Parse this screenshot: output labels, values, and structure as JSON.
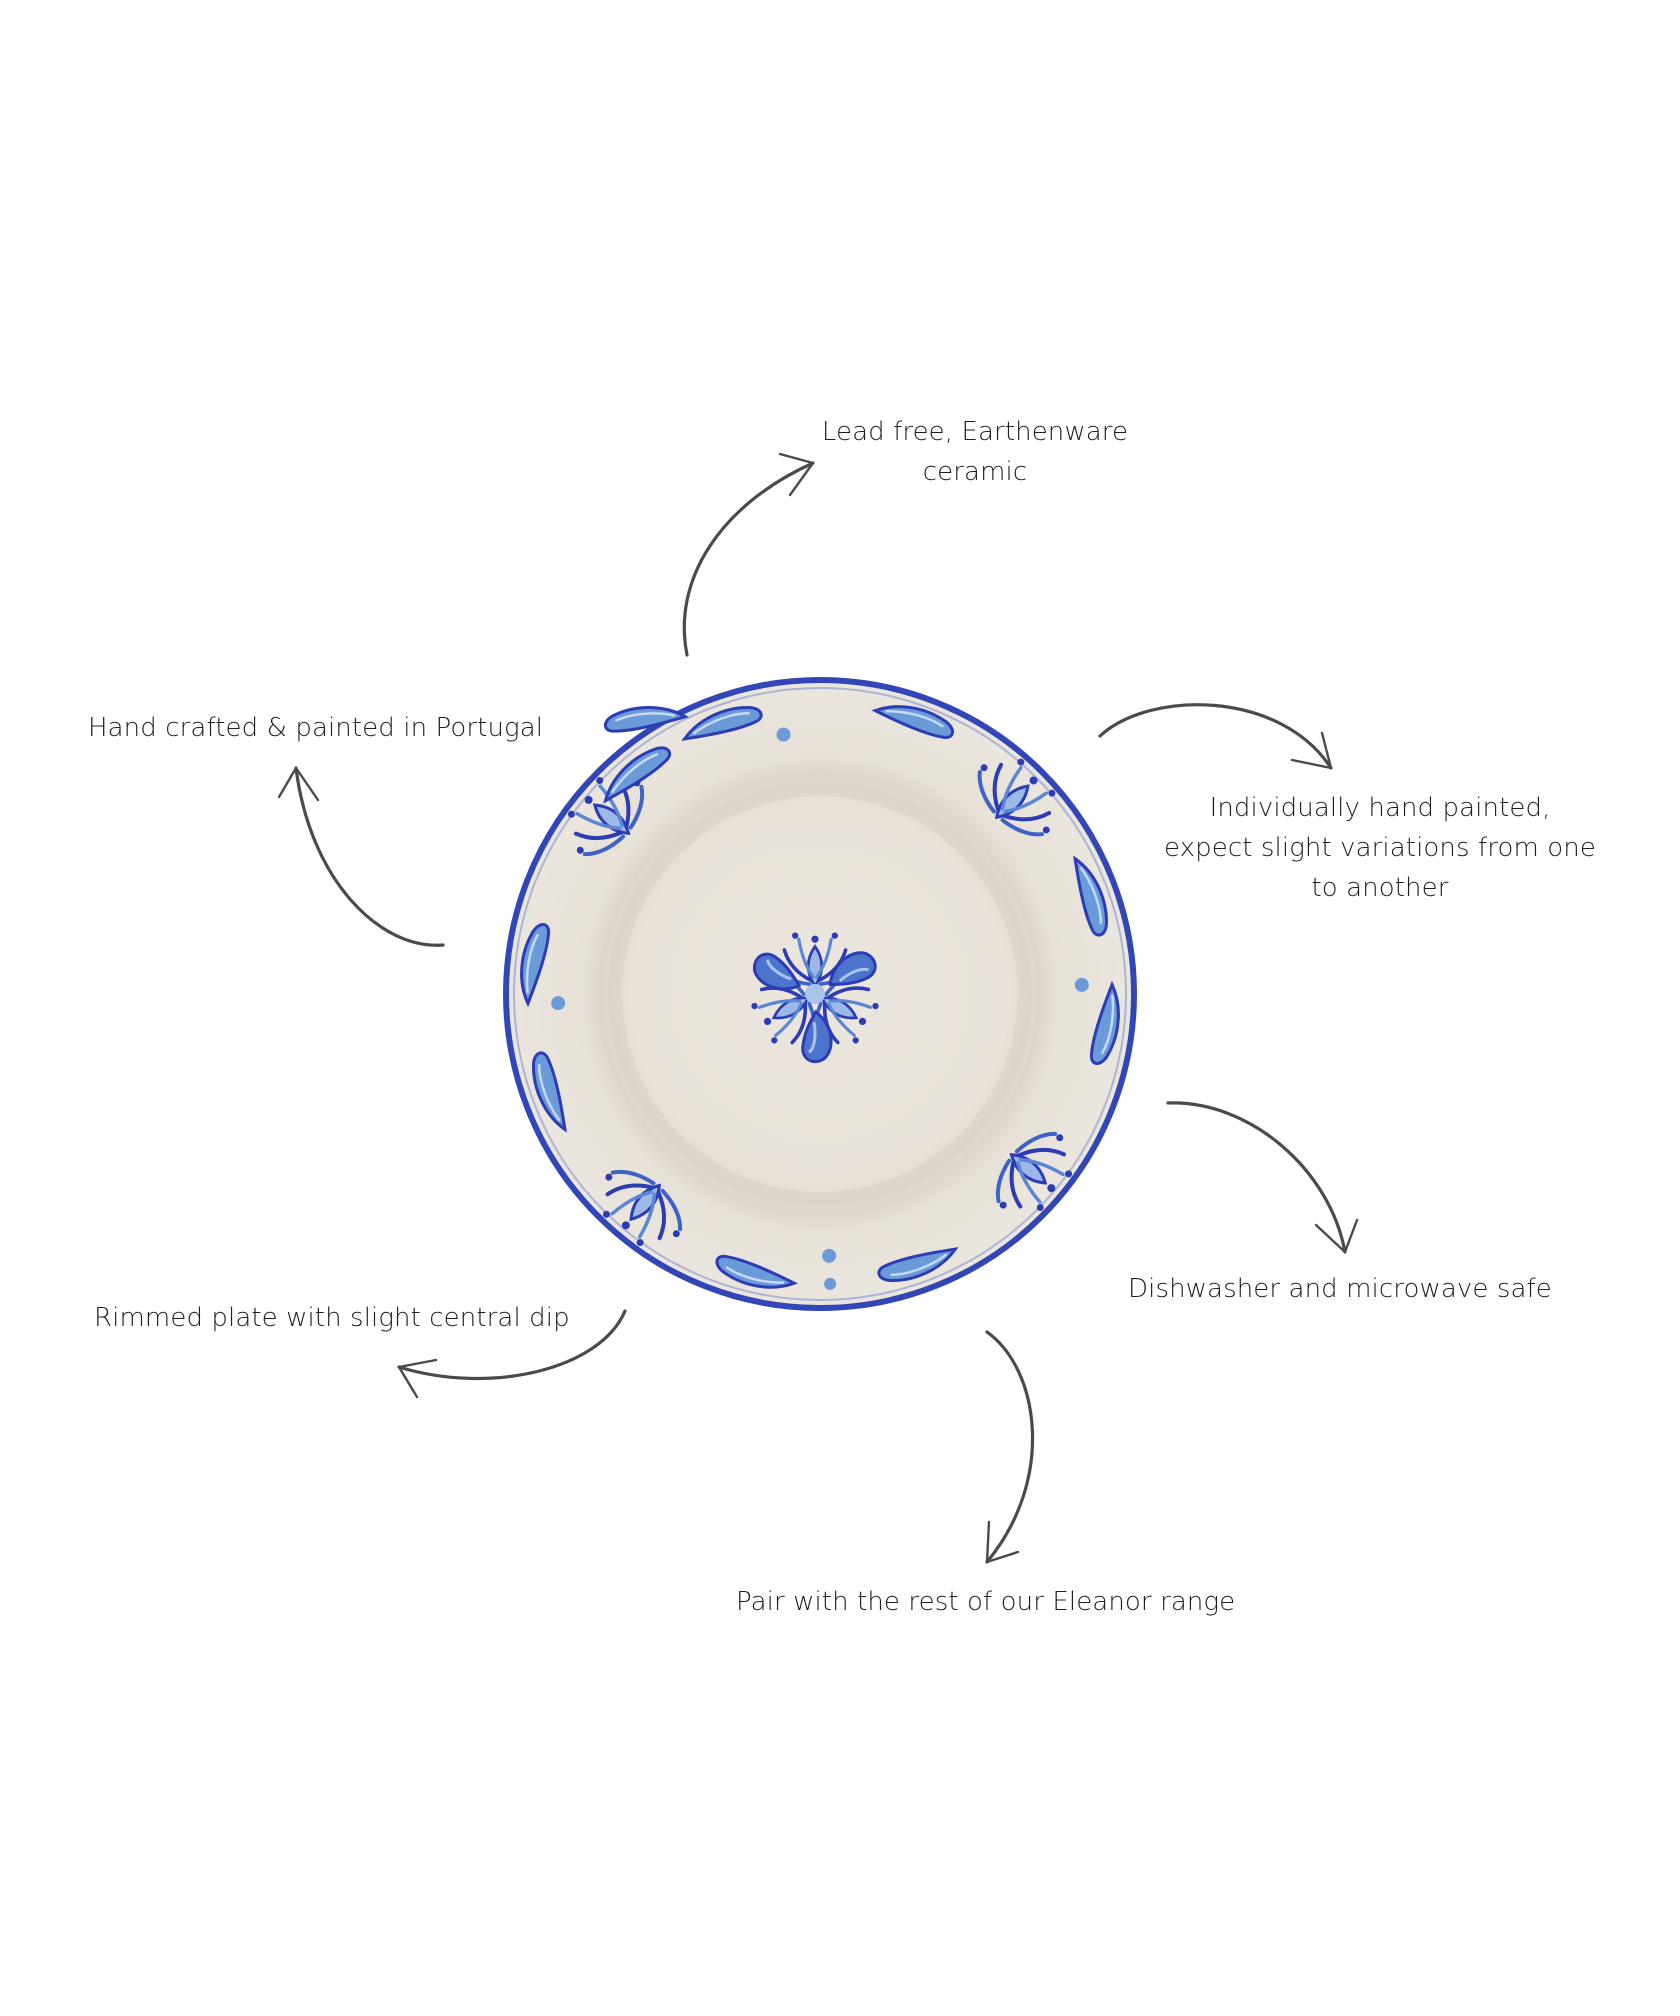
{
  "features": [
    {
      "id": "material",
      "lines": [
        "Lead free, Earthenware",
        "ceramic"
      ]
    },
    {
      "id": "origin",
      "lines": [
        "Hand crafted & painted in Portugal"
      ]
    },
    {
      "id": "variation",
      "lines": [
        "Individually hand painted,",
        "expect slight variations from one",
        "to another"
      ]
    },
    {
      "id": "care",
      "lines": [
        "Dishwasher and microwave safe"
      ]
    },
    {
      "id": "shape",
      "lines": [
        "Rimmed plate with slight central dip"
      ]
    },
    {
      "id": "range",
      "lines": [
        "Pair with the rest of our Eleanor range"
      ]
    }
  ],
  "product": {
    "image": "blue-and-white-hand-painted-plate",
    "colors": {
      "cream": "#e9e4dc",
      "cobalt": "#2b3cb4",
      "light_blue": "#6a9ad8",
      "arrow": "#4a4a4a"
    }
  }
}
